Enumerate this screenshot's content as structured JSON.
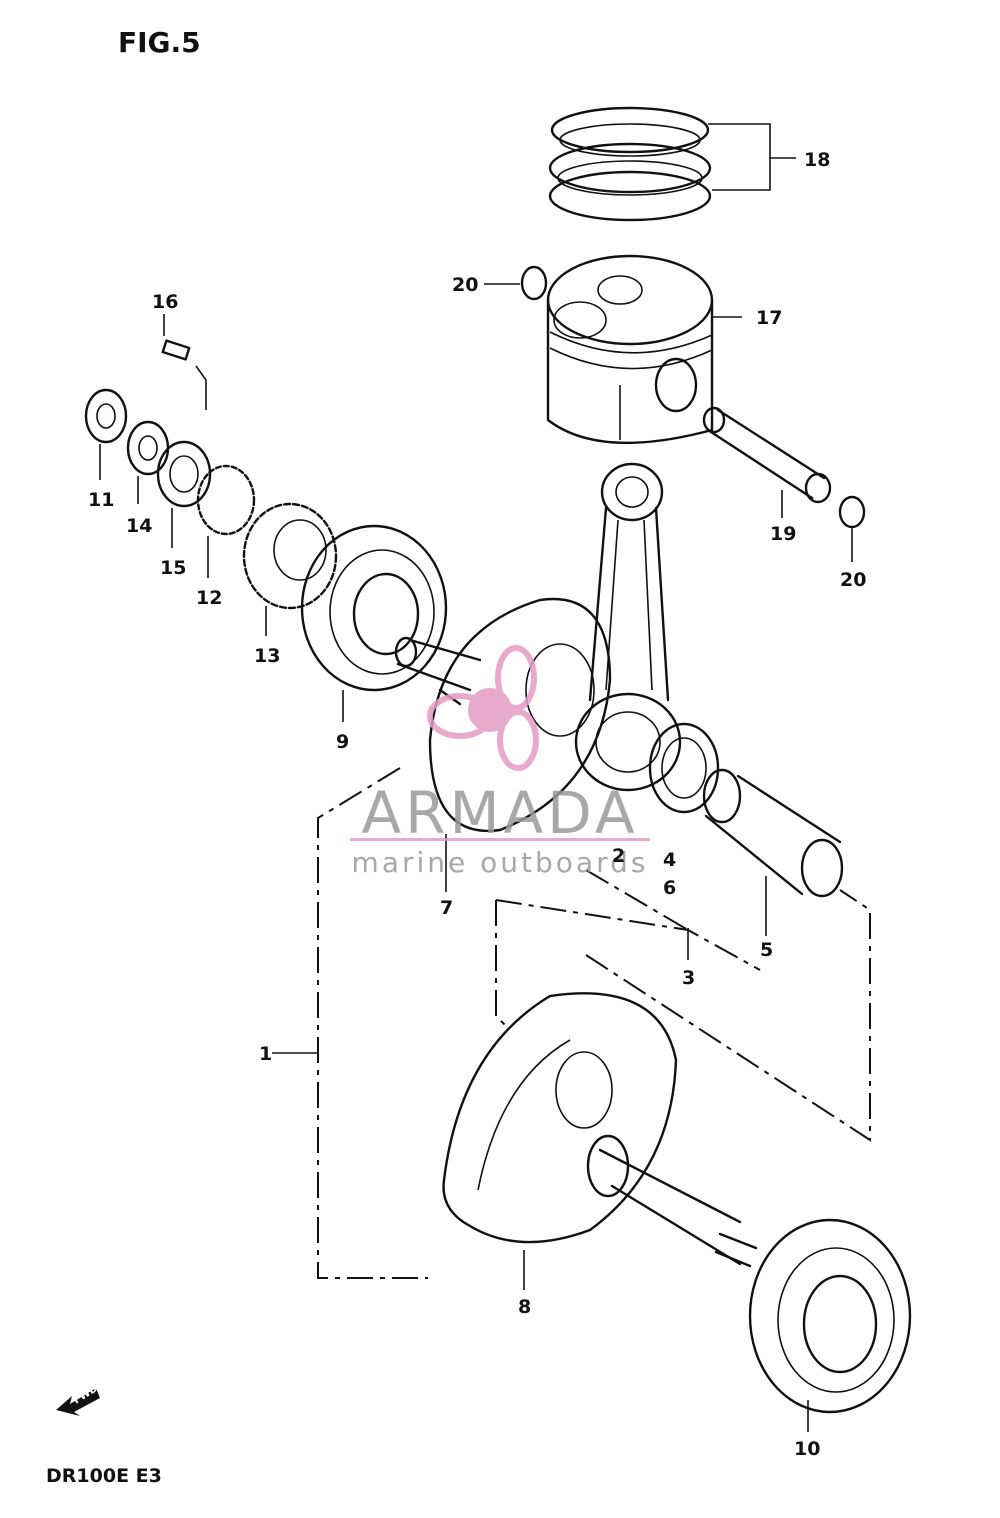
{
  "figure": {
    "title": "FIG.5",
    "model": "DR100E  E3",
    "fwd_label": "FWD"
  },
  "watermark": {
    "brand": "ARMADA",
    "tagline": "marine outboards",
    "color_main": "#9a9a9a",
    "color_accent": "#e39bc4"
  },
  "callouts": [
    {
      "id": "1",
      "text": "1"
    },
    {
      "id": "2",
      "text": "2"
    },
    {
      "id": "3",
      "text": "3"
    },
    {
      "id": "4",
      "text": "4"
    },
    {
      "id": "5",
      "text": "5"
    },
    {
      "id": "6",
      "text": "6"
    },
    {
      "id": "7",
      "text": "7"
    },
    {
      "id": "8",
      "text": "8"
    },
    {
      "id": "9",
      "text": "9"
    },
    {
      "id": "10",
      "text": "10"
    },
    {
      "id": "11",
      "text": "11"
    },
    {
      "id": "12",
      "text": "12"
    },
    {
      "id": "13",
      "text": "13"
    },
    {
      "id": "14",
      "text": "14"
    },
    {
      "id": "15",
      "text": "15"
    },
    {
      "id": "16",
      "text": "16"
    },
    {
      "id": "17",
      "text": "17"
    },
    {
      "id": "18",
      "text": "18"
    },
    {
      "id": "19",
      "text": "19"
    },
    {
      "id": "20a",
      "text": "20"
    },
    {
      "id": "20b",
      "text": "20"
    }
  ],
  "parts": [
    {
      "id": "piston-rings",
      "icon": "piston-ring-icon"
    },
    {
      "id": "piston",
      "icon": "piston-icon"
    },
    {
      "id": "piston-pin",
      "icon": "pin-icon"
    },
    {
      "id": "circlip",
      "icon": "circlip-icon"
    },
    {
      "id": "connecting-rod",
      "icon": "conrod-icon"
    },
    {
      "id": "crank-pin",
      "icon": "crank-pin-icon"
    },
    {
      "id": "needle-bearing",
      "icon": "bearing-icon"
    },
    {
      "id": "crank-web-left",
      "icon": "crank-web-icon"
    },
    {
      "id": "crank-web-right",
      "icon": "crank-web-icon"
    },
    {
      "id": "ball-bearing-left",
      "icon": "bearing-icon"
    },
    {
      "id": "ball-bearing-right",
      "icon": "bearing-icon"
    },
    {
      "id": "drive-gear",
      "icon": "gear-icon"
    },
    {
      "id": "spacer",
      "icon": "spacer-icon"
    },
    {
      "id": "washer",
      "icon": "washer-icon"
    },
    {
      "id": "nut",
      "icon": "nut-icon"
    },
    {
      "id": "key",
      "icon": "key-icon"
    }
  ]
}
